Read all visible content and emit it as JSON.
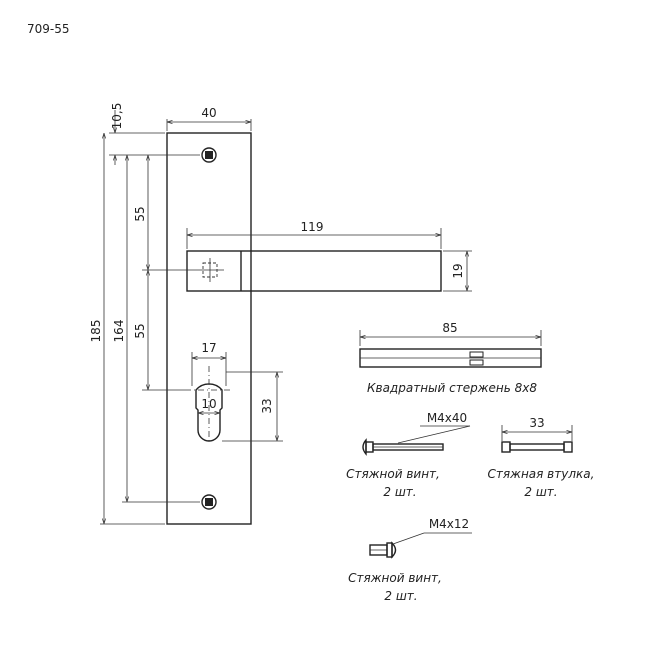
{
  "model": "709-55",
  "dimensions": {
    "top_offset": "10,5",
    "plate_width": "40",
    "lever_length": "119",
    "lever_height": "19",
    "spacing_upper": "55",
    "spacing_lower": "55",
    "spacing_total": "164",
    "plate_height": "185",
    "cylinder_width": "17",
    "cylinder_inner": "10",
    "cylinder_height": "33"
  },
  "parts": {
    "rod": {
      "length": "85",
      "caption": "Квадратный стержень 8х8"
    },
    "screw_long": {
      "size": "М4х40",
      "caption_line1": "Стяжной винт,",
      "caption_line2": "2 шт."
    },
    "sleeve": {
      "length": "33",
      "caption_line1": "Стяжная втулка,",
      "caption_line2": "2 шт."
    },
    "screw_short": {
      "size": "М4х12",
      "caption_line1": "Стяжной винт,",
      "caption_line2": "2 шт."
    }
  }
}
